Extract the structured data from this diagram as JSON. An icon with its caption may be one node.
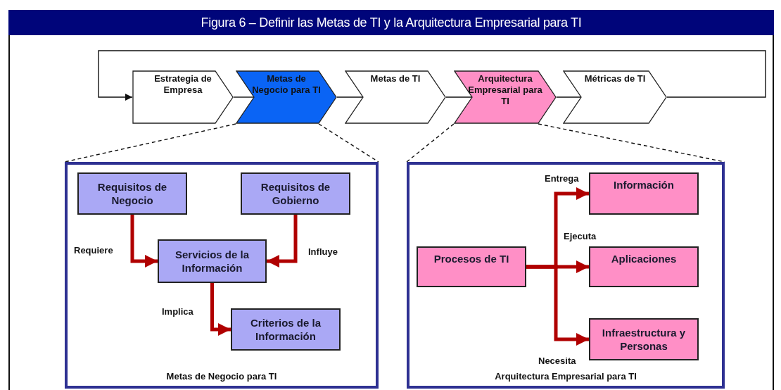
{
  "diagram": {
    "title": "Figura 6 – Definir las Metas de TI y la Arquitectura Empresarial para TI",
    "nodes": [
      {
        "text": [
          "Estrategia de Empresa"
        ]
      },
      {
        "text": [
          "Metas de Negocio para TI"
        ]
      },
      {
        "text": [
          "Metas de TI"
        ]
      },
      {
        "text": [
          "Arquitectura Empresarial para TI"
        ]
      },
      {
        "text": [
          "Métricas de TI"
        ]
      },
      {
        "text": [
          "Metas de Negocio para TI"
        ]
      },
      {
        "text": [
          "Requisitos de Negocio"
        ],
        "in": 5
      },
      {
        "text": [
          "Requisitos de Gobierno"
        ],
        "in": 5
      },
      {
        "text": [
          "Servicios de la Información"
        ],
        "in": 5
      },
      {
        "text": [
          "Criterios de la Información"
        ],
        "in": 5
      },
      {
        "text": [
          "Arquitectura Empresarial para TI"
        ]
      },
      {
        "text": [
          "Procesos de TI"
        ],
        "in": 10
      },
      {
        "text": [
          "Información"
        ],
        "in": 10
      },
      {
        "text": [
          "Aplicaciones"
        ],
        "in": 10
      },
      {
        "text": [
          "Infraestructura y Personas"
        ],
        "in": 10
      }
    ],
    "edges": [
      {
        "from": 0,
        "to": 1,
        "arrow": "none"
      },
      {
        "from": 1,
        "to": 2,
        "arrow": "none"
      },
      {
        "from": 2,
        "to": 3,
        "arrow": "none"
      },
      {
        "from": 3,
        "to": 4,
        "arrow": "none"
      },
      {
        "from": 4,
        "to": 0,
        "arrow": "to"
      },
      {
        "from": 1,
        "to": 5,
        "arrow": "none",
        "style": "dashed"
      },
      {
        "from": 1,
        "to": 5,
        "arrow": "none",
        "style": "dashed"
      },
      {
        "from": 3,
        "to": 10,
        "arrow": "none",
        "style": "dashed"
      },
      {
        "from": 3,
        "to": 10,
        "arrow": "none",
        "style": "dashed"
      },
      {
        "from": 6,
        "to": 8,
        "arrow": "to",
        "label": "Requiere",
        "style": "thick",
        "color": "#b00000"
      },
      {
        "from": 7,
        "to": 8,
        "arrow": "to",
        "label": "Influye",
        "style": "thick",
        "color": "#b00000"
      },
      {
        "from": 8,
        "to": 9,
        "arrow": "to",
        "label": "Implica",
        "style": "thick",
        "color": "#b00000"
      },
      {
        "from": 11,
        "to": 12,
        "arrow": "to",
        "label": "Entrega",
        "style": "thick",
        "color": "#b00000"
      },
      {
        "from": 11,
        "to": 13,
        "arrow": "to",
        "label": "Ejecuta",
        "style": "thick",
        "color": "#b00000"
      },
      {
        "from": 11,
        "to": 14,
        "arrow": "to",
        "label": "Necesita",
        "style": "thick",
        "color": "#b00000"
      }
    ]
  }
}
